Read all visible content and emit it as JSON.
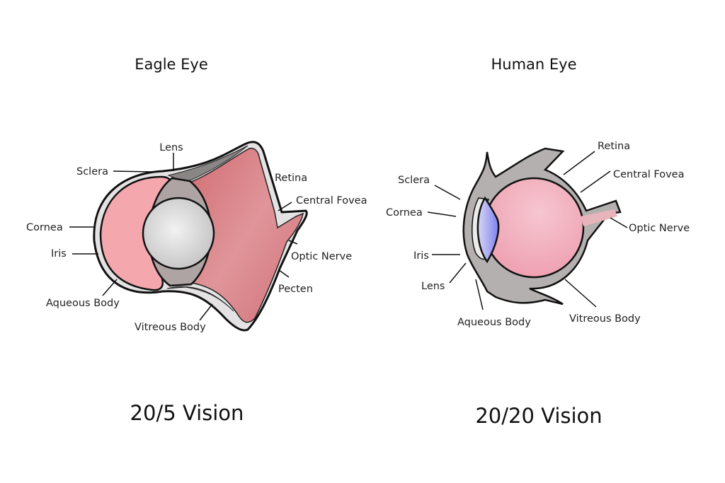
{
  "eagle": {
    "title": "Eagle Eye",
    "vision": "20/5 Vision",
    "labels": {
      "lens": "Lens",
      "sclera": "Sclera",
      "cornea": "Cornea",
      "iris": "Iris",
      "aqueous_body": "Aqueous Body",
      "vitreous_body": "Vitreous Body",
      "retina": "Retina",
      "central_fovea": "Central Fovea",
      "optic_nerve": "Optic Nerve",
      "pecten": "Pecten"
    }
  },
  "human": {
    "title": "Human Eye",
    "vision": "20/20 Vision",
    "labels": {
      "retina": "Retina",
      "central_fovea": "Central Fovea",
      "optic_nerve": "Optic Nerve",
      "vitreous_body": "Vitreous Body",
      "aqueous_body": "Aqueous Body",
      "lens": "Lens",
      "iris": "Iris",
      "cornea": "Cornea",
      "sclera": "Sclera"
    }
  },
  "colors": {
    "pink": "#f4a8ae",
    "retina": "#d97a80",
    "sclera": "#b8b4b4",
    "human_pink": "#f0a8b8",
    "lens_blue": "#8f8ff0"
  }
}
